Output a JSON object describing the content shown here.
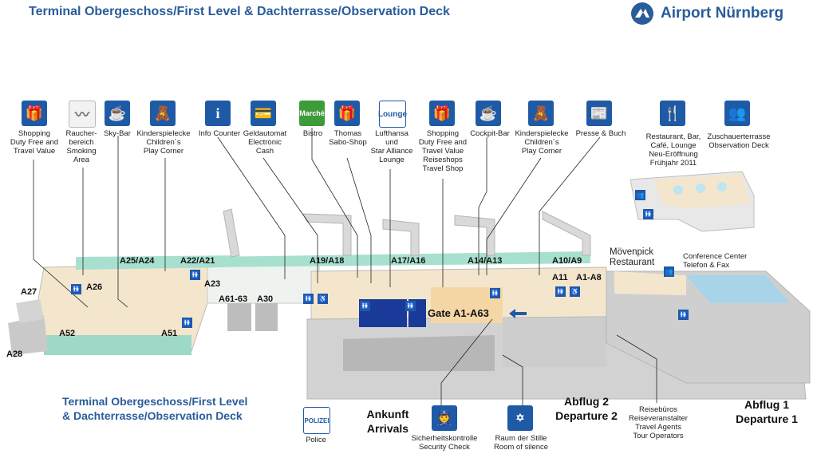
{
  "header": {
    "title": "Terminal Obergeschoss/First Level & Dachterrasse/Observation Deck",
    "brand": "Airport Nürnberg"
  },
  "subtitle": {
    "line1": "Terminal Obergeschoss/First Level",
    "line2": "& Dachterrasse/Observation Deck"
  },
  "top_icons": [
    {
      "label": "Shopping\nDuty Free  and\nTravel Value",
      "icon": "gift-icon"
    },
    {
      "label": "Raucher-\nbereich\nSmoking\nArea",
      "icon": "cigarette-icon"
    },
    {
      "label": "Sky-Bar",
      "icon": "coffee-cup-icon"
    },
    {
      "label": "Kinderspielecke\nChildren´s\nPlay Corner",
      "icon": "teddy-bear-icon"
    },
    {
      "label": "Info Counter",
      "icon": "info-icon"
    },
    {
      "label": "Geldautomat\nElectronic\nCash",
      "icon": "atm-card-icon"
    },
    {
      "label": "Bistro",
      "icon": "marche-logo-icon",
      "badge": "Marché"
    },
    {
      "label": "Thomas\nSabo-Shop",
      "icon": "gift-icon"
    },
    {
      "label": "Lufthansa\nund\nStar Alliance\nLounge",
      "icon": "lounge-icon",
      "badge": "Lounge"
    },
    {
      "label": "Shopping\nDuty Free and\nTravel Value\nReiseshops\nTravel Shop",
      "icon": "gift-icon"
    },
    {
      "label": "Cockpit-Bar",
      "icon": "coffee-cup-icon"
    },
    {
      "label": "Kinderspielecke\nChildren´s\nPlay Corner",
      "icon": "teddy-bear-icon"
    },
    {
      "label": "Presse & Buch",
      "icon": "newspaper-icon"
    },
    {
      "label": "Restaurant, Bar,\nCafé, Lounge\nNeu-Eröffnung\nFrühjahr 2011",
      "icon": "cutlery-icon"
    },
    {
      "label": "Zuschauerterrasse\nObservation Deck",
      "icon": "spectators-icon"
    }
  ],
  "gates": {
    "a27": "A27",
    "a28": "A28",
    "a26": "A26",
    "a52": "A52",
    "a25_a24": "A25/A24",
    "a22_a21": "A22/A21",
    "a23": "A23",
    "a51": "A51",
    "a61_63": "A61-63",
    "a30": "A30",
    "a19_a18": "A19/A18",
    "a17_a16": "A17/A16",
    "a14_a13": "A14/A13",
    "a10_a9": "A10/A9",
    "a11": "A11",
    "a1_a8": "A1-A8"
  },
  "gate_sign": "Gate A1-A63",
  "places": {
    "moevenpick": "Mövenpick\nRestaurant",
    "conference": "Conference Center\nTelefon & Fax",
    "ankunft": "Ankunft\nArrivals",
    "abflug2": "Abflug 2\nDeparture 2",
    "abflug1": "Abflug 1\nDeparture 1",
    "reisebueros": "Reisebüros\nReiseveranstalter\nTravel Agents\nTour Operators"
  },
  "bottom_icons": [
    {
      "label": "Police",
      "icon": "police-icon",
      "badge": "POLIZEI"
    },
    {
      "label": "Sicherheitskontrolle\nSecurity Check",
      "icon": "security-check-icon"
    },
    {
      "label": "Raum der Stille\nRoom of silence",
      "icon": "religion-symbols-icon"
    }
  ],
  "colors": {
    "brand": "#2a5c9a",
    "icon_blue": "#1f5aa6",
    "floor": "#f3e6cc",
    "roof": "#c9c9c9",
    "glass": "#a8e0cf"
  }
}
